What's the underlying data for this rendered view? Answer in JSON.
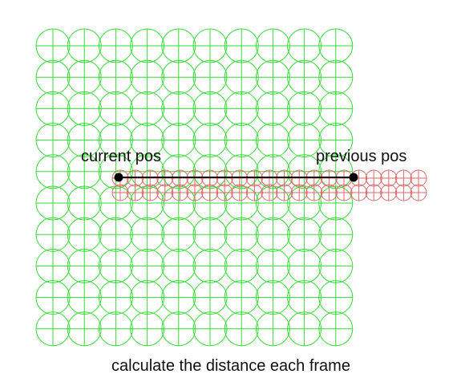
{
  "labels": {
    "current": "current pos",
    "previous": "previous pos",
    "caption": "calculate the distance each frame"
  },
  "colors": {
    "background": "#ffffff",
    "green_grid": "#33dd33",
    "red_grid": "#e06666",
    "line": "#111111",
    "points": "#000000",
    "text": "#111111"
  }
}
